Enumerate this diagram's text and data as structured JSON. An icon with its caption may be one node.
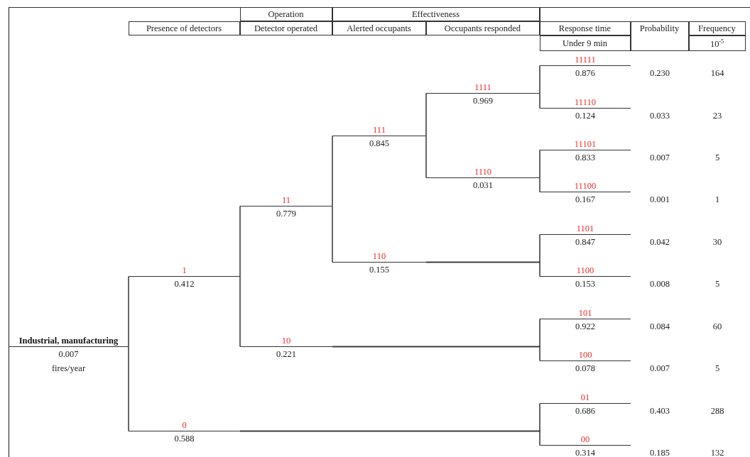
{
  "diagram": {
    "nodes": [
      {
        "text": [
          "Industrial, manufacturing",
          "0.007 fires/year"
        ]
      },
      {
        "text": [
          "1",
          "0.412"
        ]
      },
      {
        "text": [
          "11",
          "0.779"
        ]
      },
      {
        "text": [
          "111",
          "0.845"
        ]
      },
      {
        "text": [
          "1111",
          "0.969"
        ]
      },
      {
        "text": [
          "11111",
          "0.876"
        ],
        "beside": [
          "0.230"
        ]
      },
      {
        "text": [
          "11110",
          "0.124"
        ],
        "beside": [
          "0.033"
        ]
      },
      {
        "text": [
          "1110",
          "0.031"
        ]
      },
      {
        "text": [
          "11101",
          "0.833"
        ],
        "beside": [
          "0.007"
        ]
      },
      {
        "text": [
          "11100",
          "0.167"
        ],
        "beside": [
          "0.001"
        ]
      },
      {
        "text": [
          "110",
          "0.155"
        ]
      },
      {
        "text": [
          "1101",
          "0.847"
        ],
        "beside": [
          "0.042"
        ]
      },
      {
        "text": [
          "1100",
          "0.153"
        ],
        "beside": [
          "0.008"
        ]
      },
      {
        "text": [
          "10",
          "0.221"
        ]
      },
      {
        "text": [
          "101",
          "0.922"
        ],
        "beside": [
          "0.084"
        ]
      },
      {
        "text": [
          "100",
          "0.078"
        ],
        "beside": [
          "0.007"
        ]
      },
      {
        "text": [
          "0",
          "0.588"
        ]
      },
      {
        "text": [
          "01",
          "0.686"
        ],
        "beside": [
          "0.403"
        ]
      },
      {
        "text": [
          "00",
          "0.314"
        ],
        "beside": [
          "0.185"
        ]
      }
    ],
    "edges": [
      {
        "from": 0,
        "to": 1,
        "arrow": "none"
      },
      {
        "from": 0,
        "to": 16,
        "arrow": "none"
      },
      {
        "from": 1,
        "to": 2,
        "arrow": "none"
      },
      {
        "from": 1,
        "to": 13,
        "arrow": "none"
      },
      {
        "from": 2,
        "to": 3,
        "arrow": "none"
      },
      {
        "from": 2,
        "to": 10,
        "arrow": "none"
      },
      {
        "from": 3,
        "to": 4,
        "arrow": "none"
      },
      {
        "from": 3,
        "to": 7,
        "arrow": "none"
      },
      {
        "from": 4,
        "to": 5,
        "arrow": "none"
      },
      {
        "from": 4,
        "to": 6,
        "arrow": "none"
      },
      {
        "from": 7,
        "to": 8,
        "arrow": "none"
      },
      {
        "from": 7,
        "to": 9,
        "arrow": "none"
      },
      {
        "from": 10,
        "to": 11,
        "arrow": "none"
      },
      {
        "from": 10,
        "to": 12,
        "arrow": "none"
      },
      {
        "from": 13,
        "to": 14,
        "arrow": "none"
      },
      {
        "from": 13,
        "to": 15,
        "arrow": "none"
      },
      {
        "from": 16,
        "to": 17,
        "arrow": "none"
      },
      {
        "from": 16,
        "to": 18,
        "arrow": "none"
      }
    ],
    "labels": [
      "Operation",
      "Effectiveness",
      "Presence of detectors",
      "Detector operated",
      "Alerted occupants",
      "Occupants responded",
      "Response time",
      "Probability",
      "Frequency",
      "Under 9 min",
      "10$^{-5}$",
      "164",
      "23",
      "5",
      "1",
      "30",
      "5",
      "60",
      "5",
      "288",
      "132"
    ]
  }
}
